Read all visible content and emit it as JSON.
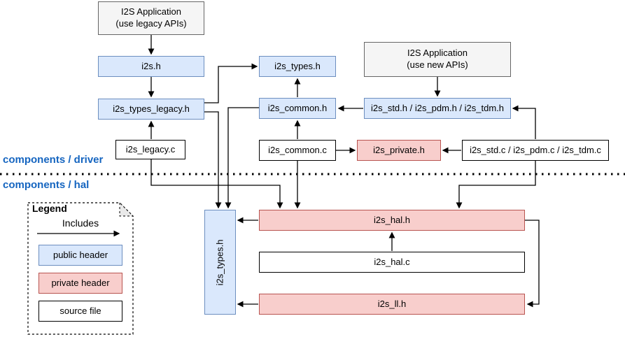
{
  "sections": {
    "driver_label": "components / driver",
    "hal_label": "components / hal"
  },
  "nodes": {
    "app_legacy": {
      "line1": "I2S Application",
      "line2": "(use legacy APIs)"
    },
    "app_new": {
      "line1": "I2S Application",
      "line2": "(use new APIs)"
    },
    "i2s_h": {
      "label": "i2s.h"
    },
    "i2s_types_legacy_h": {
      "label": "i2s_types_legacy.h"
    },
    "i2s_legacy_c": {
      "label": "i2s_legacy.c"
    },
    "i2s_types_h_driver": {
      "label": "i2s_types.h"
    },
    "i2s_common_h": {
      "label": "i2s_common.h"
    },
    "i2s_common_c": {
      "label": "i2s_common.c"
    },
    "i2s_private_h": {
      "label": "i2s_private.h"
    },
    "i2s_std_pdm_tdm_h": {
      "label": "i2s_std.h / i2s_pdm.h / i2s_tdm.h"
    },
    "i2s_std_pdm_tdm_c": {
      "label": "i2s_std.c / i2s_pdm.c / i2s_tdm.c"
    },
    "i2s_types_h_hal": {
      "label": "i2s_types.h"
    },
    "i2s_hal_h": {
      "label": "i2s_hal.h"
    },
    "i2s_hal_c": {
      "label": "i2s_hal.c"
    },
    "i2s_ll_h": {
      "label": "i2s_ll.h"
    }
  },
  "legend": {
    "title": "Legend",
    "includes_label": "Includes",
    "items": [
      {
        "label": "public header",
        "type": "public"
      },
      {
        "label": "private header",
        "type": "private"
      },
      {
        "label": "source file",
        "type": "source"
      }
    ]
  },
  "colors": {
    "public_header_fill": "#dae8fc",
    "public_header_border": "#6c8ebf",
    "private_header_fill": "#f8cecc",
    "private_header_border": "#b85450",
    "source_fill": "#ffffff",
    "source_border": "#000000",
    "app_fill": "#f5f5f5",
    "app_border": "#666666",
    "section_label_color": "#1565c0",
    "line_color": "#000000"
  }
}
